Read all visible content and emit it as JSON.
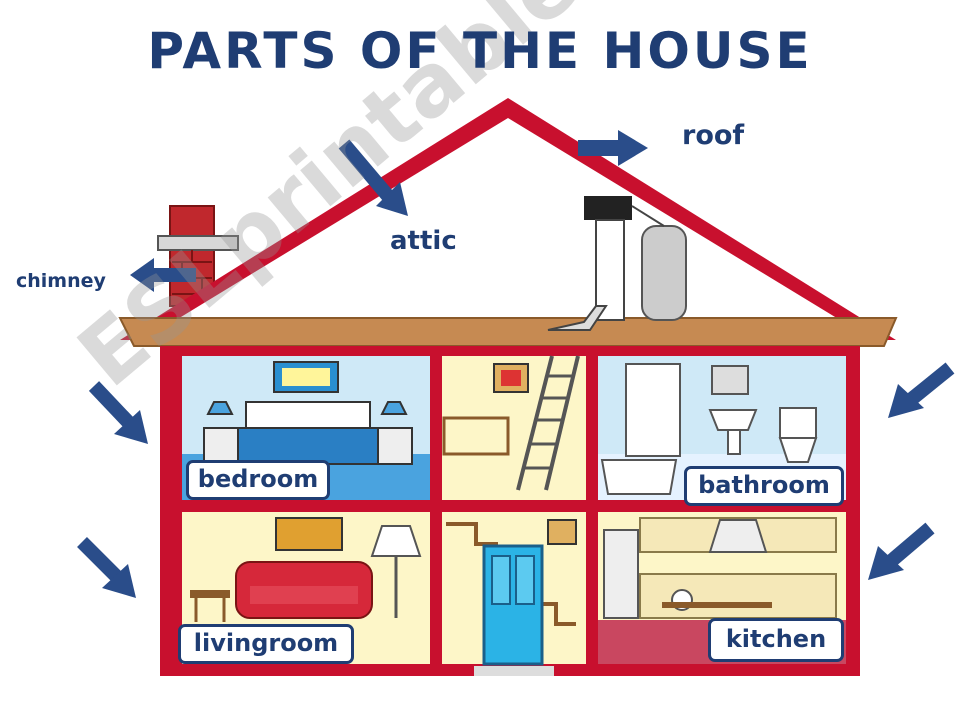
{
  "title": "PARTS OF THE HOUSE",
  "labels": {
    "roof": "roof",
    "attic": "attic",
    "chimney": "chimney",
    "bedroom": "bedroom",
    "bathroom": "bathroom",
    "livingroom": "livingroom",
    "kitchen": "kitchen"
  },
  "watermark": "ESLprintables.com",
  "colors": {
    "title_text": "#1f3d73",
    "arrow": "#2a4d8a",
    "wall_red": "#c8102e",
    "sky_blue": "#cfe9f7",
    "wall_yellow": "#fdf6c8",
    "brick": "#b03030"
  }
}
